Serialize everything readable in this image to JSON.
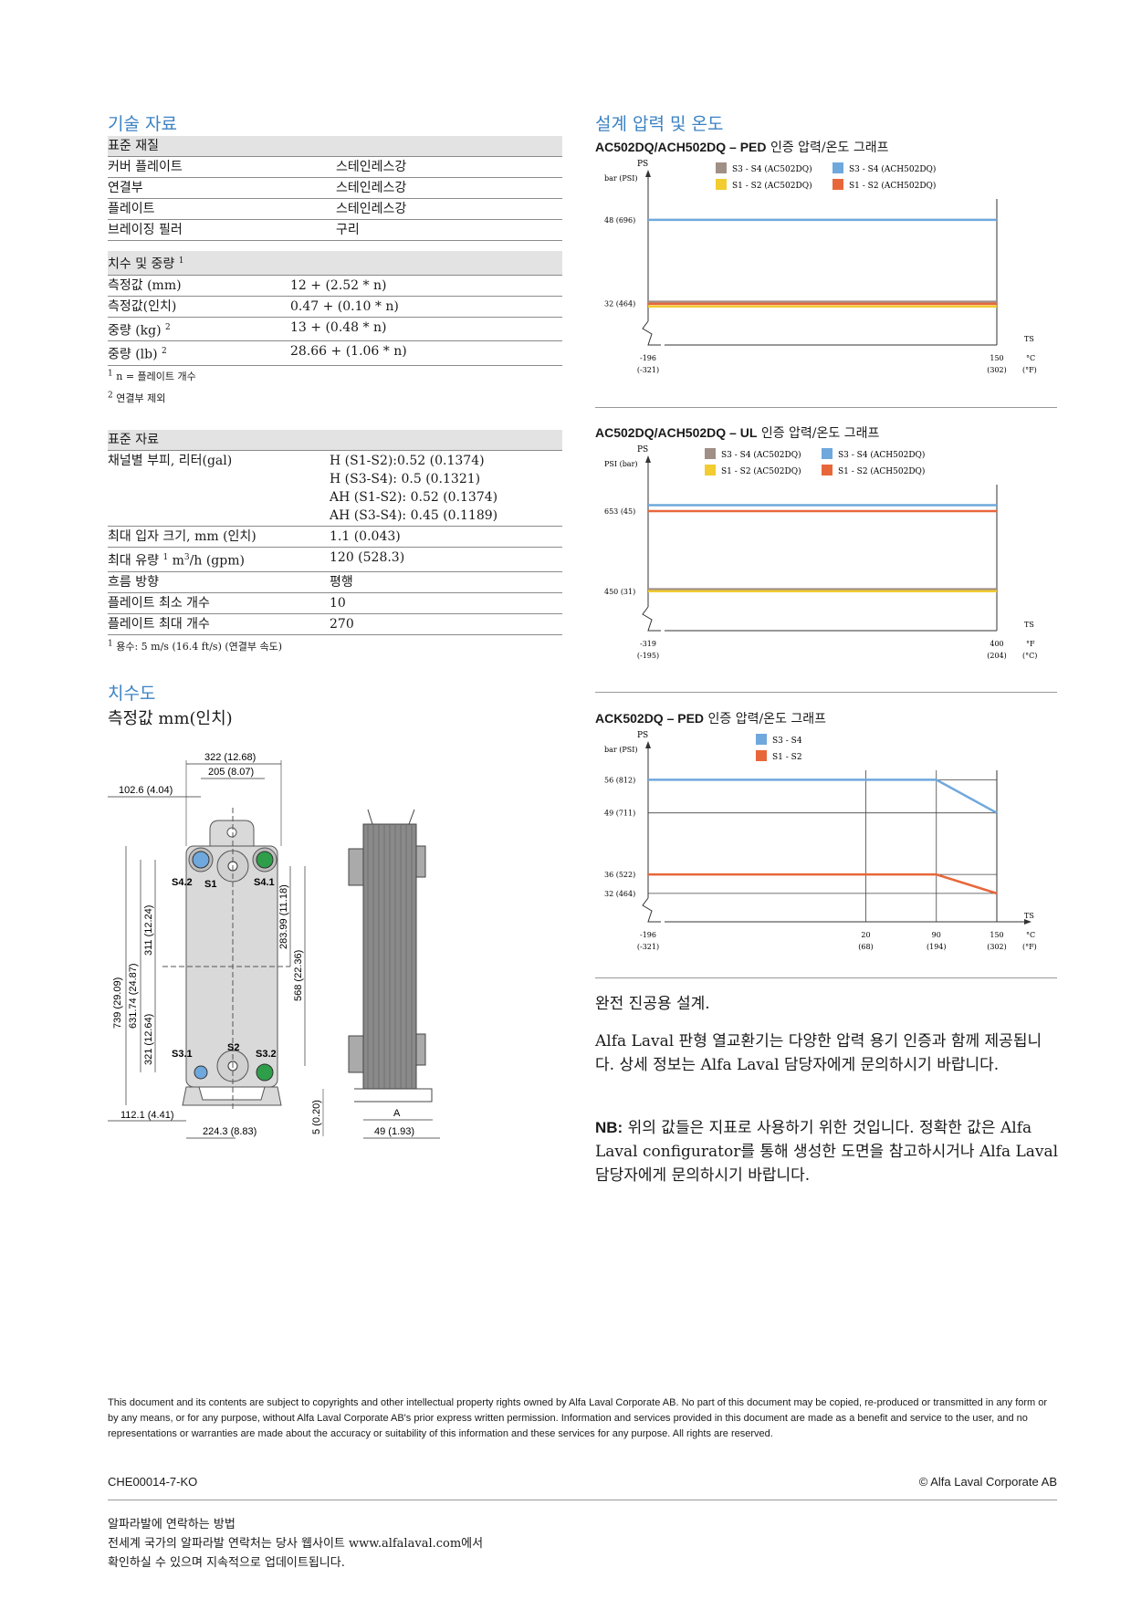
{
  "tech": {
    "title": "기술 자료",
    "materials": {
      "header": "표준 재질",
      "rows": [
        {
          "label": "커버 플레이트",
          "value": "스테인레스강"
        },
        {
          "label": "연결부",
          "value": "스테인레스강"
        },
        {
          "label": "플레이트",
          "value": "스테인레스강"
        },
        {
          "label": "브레이징 필러",
          "value": "구리"
        }
      ]
    },
    "dimensions": {
      "header": "치수 및 중량",
      "header_sup": "1",
      "rows": [
        {
          "label": "측정값 (mm)",
          "sup": "",
          "value": "12 + (2.52 * n)"
        },
        {
          "label": "측정값(인치)",
          "sup": "",
          "value": "0.47 + (0.10 * n)"
        },
        {
          "label": "중량 (kg)",
          "sup": "2",
          "value": "13 + (0.48 * n)"
        },
        {
          "label": "중량 (lb)",
          "sup": "2",
          "value": "28.66 + (1.06 * n)"
        }
      ],
      "notes": [
        {
          "sup": "1",
          "text": "n = 플레이트 개수"
        },
        {
          "sup": "2",
          "text": "연결부 제외"
        }
      ]
    },
    "standard": {
      "header": "표준 자료",
      "volume_label": "채널별 부피, 리터(gal)",
      "volume_values": [
        "H (S1-S2):0.52 (0.1374)",
        "H (S3-S4): 0.5 (0.1321)",
        "AH (S1-S2): 0.52 (0.1374)",
        "AH (S3-S4): 0.45 (0.1189)"
      ],
      "rows": [
        {
          "label": "최대 입자 크기, mm (인치)",
          "value": "1.1 (0.043)"
        },
        {
          "label": "최대 유량",
          "sup": "1",
          "label_after": "m",
          "sup2": "3",
          "label_after2": "/h (gpm)",
          "value": "120 (528.3)"
        },
        {
          "label": "흐름 방향",
          "value": "평행"
        },
        {
          "label": "플레이트 최소 개수",
          "value": "10"
        },
        {
          "label": "플레이트 최대 개수",
          "value": "270"
        }
      ],
      "note": {
        "sup": "1",
        "text": "용수: 5 m/s (16.4 ft/s) (연결부 속도)"
      }
    }
  },
  "drawing": {
    "title": "치수도",
    "subtitle": "측정값 mm(인치)",
    "labels": {
      "w322": "322 (12.68)",
      "w205": "205 (8.07)",
      "w102": "102.6 (4.04)",
      "h739": "739 (29.09)",
      "h631": "631.74 (24.87)",
      "h311": "311 (12.24)",
      "h321": "321 (12.64)",
      "h283": "283.99 (11.18)",
      "h568": "568 (22.36)",
      "w112": "112.1 (4.41)",
      "w224": "224.3 (8.83)",
      "h5": "5 (0.20)",
      "a": "A",
      "w49": "49 (1.93)",
      "s42": "S4.2",
      "s41": "S4.1",
      "s1": "S1",
      "s2": "S2",
      "s31": "S3.1",
      "s32": "S3.2"
    }
  },
  "design": {
    "title": "설계 압력 및 온도"
  },
  "chart_data": [
    {
      "type": "line",
      "title_bold": "AC502DQ/ACH502DQ – PED",
      "title_rest": " 인증 압력/온도 그래프",
      "y_axis_label": "PS",
      "y_unit": "bar (PSI)",
      "x_axis_label": "TS",
      "x_unit": [
        "°C",
        "(°F)"
      ],
      "x_ticks": [
        {
          "v": "-196",
          "s": "(-321)"
        },
        {
          "v": "150",
          "s": "(302)"
        }
      ],
      "y_ticks": [
        {
          "label": "48  (696)",
          "v": 48
        },
        {
          "label": "32  (464)",
          "v": 32
        }
      ],
      "legend": [
        {
          "name": "S3 - S4   (AC502DQ)",
          "color": "#a08f85"
        },
        {
          "name": "S3 - S4   (ACH502DQ)",
          "color": "#6fa8dc"
        },
        {
          "name": "S1 - S2   (AC502DQ)",
          "color": "#f2cc30"
        },
        {
          "name": "S1 - S2   (ACH502DQ)",
          "color": "#e8673a"
        }
      ],
      "series": [
        {
          "name": "S3 - S4 (ACH502DQ)",
          "color": "#6fa8dc",
          "x": [
            -196,
            150
          ],
          "y": [
            48,
            48
          ]
        },
        {
          "name": "S3 - S4 (AC502DQ)",
          "color": "#a08f85",
          "x": [
            -196,
            150
          ],
          "y": [
            32.3,
            32.3
          ]
        },
        {
          "name": "S1 - S2 (ACH502DQ)",
          "color": "#e8673a",
          "x": [
            -196,
            150
          ],
          "y": [
            31.9,
            31.9
          ]
        },
        {
          "name": "S1 - S2 (AC502DQ)",
          "color": "#f2cc30",
          "x": [
            -196,
            150
          ],
          "y": [
            31.4,
            31.4
          ]
        }
      ]
    },
    {
      "type": "line",
      "title_bold": "AC502DQ/ACH502DQ – UL",
      "title_rest": " 인증 압력/온도 그래프",
      "y_axis_label": "PS",
      "y_unit": "PSI (bar)",
      "x_axis_label": "TS",
      "x_unit": [
        "°F",
        "(°C)"
      ],
      "x_ticks": [
        {
          "v": "-319",
          "s": "(-195)"
        },
        {
          "v": "400",
          "s": "(204)"
        }
      ],
      "y_ticks": [
        {
          "label": "653 (45)",
          "v": 653
        },
        {
          "label": "450 (31)",
          "v": 450
        }
      ],
      "legend": [
        {
          "name": "S3 - S4   (AC502DQ)",
          "color": "#a08f85"
        },
        {
          "name": "S3 - S4   (ACH502DQ)",
          "color": "#6fa8dc"
        },
        {
          "name": "S1 - S2   (AC502DQ)",
          "color": "#f2cc30"
        },
        {
          "name": "S1 - S2   (ACH502DQ)",
          "color": "#e8673a"
        }
      ],
      "series": [
        {
          "name": "S3 - S4 (ACH502DQ)",
          "color": "#6fa8dc",
          "x": [
            -319,
            400
          ],
          "y": [
            668,
            668
          ]
        },
        {
          "name": "S1 - S2 (ACH502DQ)",
          "color": "#e8673a",
          "x": [
            -319,
            400
          ],
          "y": [
            653,
            653
          ]
        },
        {
          "name": "S3 - S4 (AC502DQ)",
          "color": "#a08f85",
          "x": [
            -319,
            400
          ],
          "y": [
            455,
            455
          ]
        },
        {
          "name": "S1 - S2 (AC502DQ)",
          "color": "#f2cc30",
          "x": [
            -319,
            400
          ],
          "y": [
            450,
            450
          ]
        }
      ]
    },
    {
      "type": "line",
      "title_bold": "ACK502DQ – PED",
      "title_rest": " 인증 압력/온도 그래프",
      "y_axis_label": "PS",
      "y_unit": "bar (PSI)",
      "x_axis_label": "TS",
      "x_unit": [
        "°C",
        "(°F)"
      ],
      "x_ticks": [
        {
          "v": "-196",
          "s": "(-321)"
        },
        {
          "v": "20",
          "s": "(68)"
        },
        {
          "v": "90",
          "s": "(194)"
        },
        {
          "v": "150",
          "s": "(302)"
        }
      ],
      "y_ticks": [
        {
          "label": "56  (812)",
          "v": 56
        },
        {
          "label": "49  (711)",
          "v": 49
        },
        {
          "label": "36  (522)",
          "v": 36
        },
        {
          "label": "32  (464)",
          "v": 32
        }
      ],
      "legend": [
        {
          "name": "S3 - S4",
          "color": "#6fa8dc"
        },
        {
          "name": "S1 - S2",
          "color": "#e8673a"
        }
      ],
      "series": [
        {
          "name": "S3 - S4",
          "color": "#6fa8dc",
          "x": [
            -196,
            90,
            150
          ],
          "y": [
            56,
            56,
            49
          ]
        },
        {
          "name": "S1 - S2",
          "color": "#e8673a",
          "x": [
            -196,
            90,
            150
          ],
          "y": [
            36,
            36,
            32
          ]
        }
      ]
    }
  ],
  "text": {
    "vacuum": "완전 진공용 설계.",
    "para1": "Alfa Laval 판형 열교환기는 다양한 압력 용기 인증과 함께 제공됩니다. 상세 정보는 Alfa Laval 담당자에게 문의하시기 바랍니다.",
    "nb_label": "NB:",
    "nb": " 위의 값들은 지표로 사용하기 위한 것입니다. 정확한 값은 Alfa Laval configurator를 통해 생성한 도면을 참고하시거나 Alfa Laval 담당자에게 문의하시기 바랍니다."
  },
  "footer": {
    "disclaimer": "This document and its contents are subject to copyrights and other intellectual property rights owned by Alfa Laval Corporate AB. No part of this document may be copied, re-produced or transmitted in any form or by any means, or for any purpose, without Alfa Laval Corporate AB's prior express written permission. Information and services provided in this document are made as a benefit and service to the user, and no representations or warranties are made about the accuracy or suitability of this information and these services for any purpose. All rights are reserved.",
    "code": "CHE00014-7-KO",
    "copyright": "© Alfa Laval Corporate AB",
    "contact_title": "알파라발에 연락하는 방법",
    "contact_line1": "전세계 국가의 알파라발 연락처는 당사 웹사이트 www.alfalaval.com에서",
    "contact_line2": "확인하실 수 있으며 지속적으로 업데이트됩니다."
  }
}
